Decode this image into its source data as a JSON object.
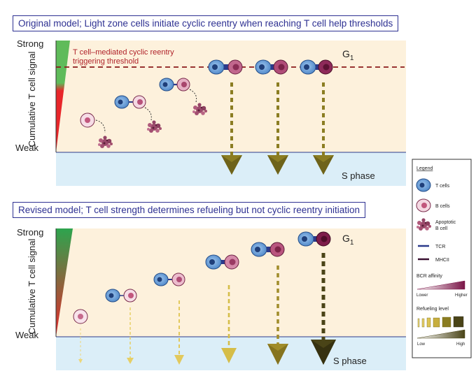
{
  "panel1": {
    "title": "Original model; Light zone cells initiate cyclic reentry when reaching T cell help thresholds",
    "y_axis_label": "Cumulative T cell signal",
    "y_top": "Strong",
    "y_bottom": "Weak",
    "threshold_label_line1": "T cell–mediated cyclic reentry",
    "threshold_label_line2": "triggering threshold",
    "g1_label": "G",
    "g1_sub": "1",
    "s_phase_label": "S phase"
  },
  "panel2": {
    "title": "Revised model; T cell strength determines refueling but not cyclic reentry initiation",
    "y_axis_label": "Cumulative T cell signal",
    "y_top": "Strong",
    "y_bottom": "Weak",
    "g1_label": "G",
    "g1_sub": "1",
    "s_phase_label": "S phase"
  },
  "legend": {
    "title": "Legend",
    "t_cells": "T cells",
    "b_cells": "B cells",
    "apoptotic_line1": "Apoptotic",
    "apoptotic_line2": "B cell",
    "tcr": "TCR",
    "mhcii": "MHCII",
    "bcr_affinity": "BCR affinity",
    "lower": "Lower",
    "higher": "Higher",
    "refueling_level": "Refueling level",
    "low": "Low",
    "high": "High"
  },
  "colors": {
    "g1_bg": "#fdf1dc",
    "s_bg": "#dbeef8",
    "tcr": "#2b3a8c",
    "threshold": "#8b1a1a",
    "title_text": "#2e3192"
  }
}
